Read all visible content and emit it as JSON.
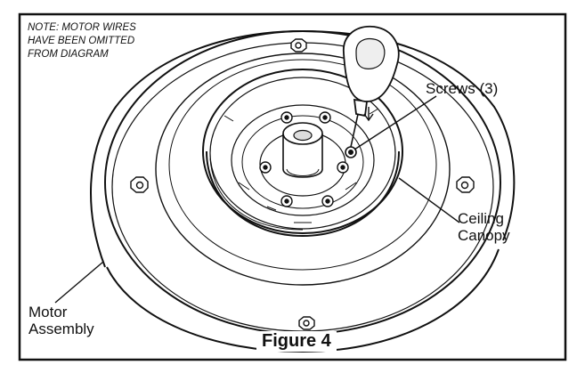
{
  "note": "NOTE: MOTOR WIRES\nHAVE BEEN OMITTED\nFROM DIAGRAM",
  "labels": {
    "screws": "Screws (3)",
    "ceiling_canopy": "Ceiling\nCanopy",
    "motor_assembly": "Motor\nAssembly"
  },
  "caption": "Figure 4"
}
